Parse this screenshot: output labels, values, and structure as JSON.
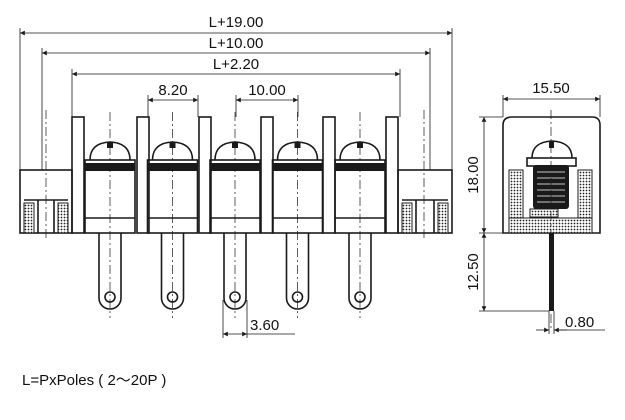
{
  "front_view": {
    "dimensions": {
      "overall": "L+19.00",
      "mid": "L+10.00",
      "inner": "L+2.20",
      "end_pitch": "8.20",
      "pitch": "10.00",
      "pin_width": "3.60"
    },
    "poles_shown": 5
  },
  "side_view": {
    "dimensions": {
      "width": "15.50",
      "height": "18.00",
      "pin_length": "12.50",
      "pin_thickness": "0.80"
    }
  },
  "caption": "L=PxPoles ( 2〜20P )",
  "colors": {
    "line": "#1a1a1a",
    "background": "#ffffff"
  }
}
